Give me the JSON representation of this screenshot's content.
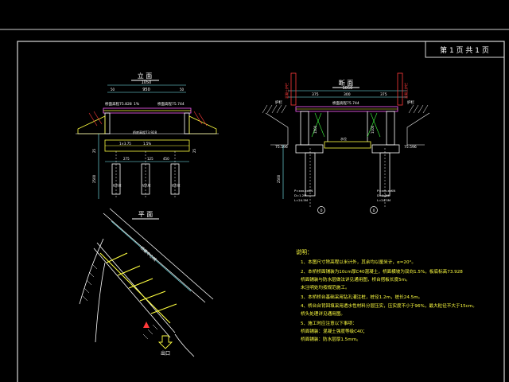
{
  "title_block": {
    "sheet": "第 1 页 共 1 页"
  },
  "elevation": {
    "title": "立 面",
    "dim_top_total": "1050",
    "dim_top_main": "950",
    "dim_left": "50",
    "dim_right": "50",
    "level_left": "桥面高程75.828",
    "level_mid": "1%",
    "level_right": "桥面高程75.744",
    "level_bottom": "桥底高程73.928",
    "dim_a": "1×3.75",
    "dim_b": "275",
    "dim_c": "125",
    "dim_d": "450",
    "dim_e": "1.5%",
    "dim_height": "2500",
    "pile_label": "钻孔桩",
    "left_mark": "25",
    "right_mark": "25"
  },
  "section": {
    "title": "断 面",
    "dim_total": "1050",
    "dim_left": "375",
    "dim_mid": "300",
    "dim_right": "375",
    "level_top": "桥面高程75.744",
    "label_left": "护栏",
    "label_right": "护栏",
    "label_left_low": "75.596",
    "label_right_low": "75.596",
    "water_level": "水位",
    "dim_v1": "1500",
    "dim_v2": "1100",
    "dim_height": "2500",
    "left_red_text": "混凝土护栏",
    "right_red_text": "混凝土护栏",
    "pile_note_1": "P=xxx.xxKN",
    "pile_note_2": "D=1.2M",
    "pile_note_3": "L=24.5M",
    "pile_note_4": "P=xxx.xxKN",
    "pile_note_5": "D=1.2M",
    "pile_note_6": "L=24.5M",
    "circle_left": "0",
    "circle_right": "0"
  },
  "plan": {
    "title": "平 面",
    "skew_label": "桥梁中心线",
    "exit_label": "出口"
  },
  "notes": {
    "heading": "说明：",
    "lines": [
      "1、本图尺寸除高程以米计外，其余均以厘米计，α=20°。",
      "2、本桥桥面铺装为10cm厚C40混凝土，桥面横坡为双向1.5%，板底标高73.928",
      "   桥面铺装与防水层做法详见通用图，桥台搭板长度5m。",
      "   未注明处均按规范施工。",
      "3、本桥桥台基础采用钻孔灌注桩，桩径1.2m，桩长24.5m。",
      "4、桥台台背回填采用透水性材料分层压实，压实度不小于96%，最大粒径不大于15cm。",
      "   桥头处理详见通用图。",
      "5、施工时应注意以下事项：",
      "   桥面铺装：混凝土强度等级C40；",
      "   桥面铺装：防水层厚1.5mm。"
    ]
  },
  "colors": {
    "bg": "#000000",
    "frame": "#d8d8d8",
    "line": "#ffffff",
    "dim": "#7ff7ff",
    "yellow": "#ffff40",
    "red": "#ff3a3a",
    "green": "#40ff40",
    "magenta": "#ff60ff"
  }
}
